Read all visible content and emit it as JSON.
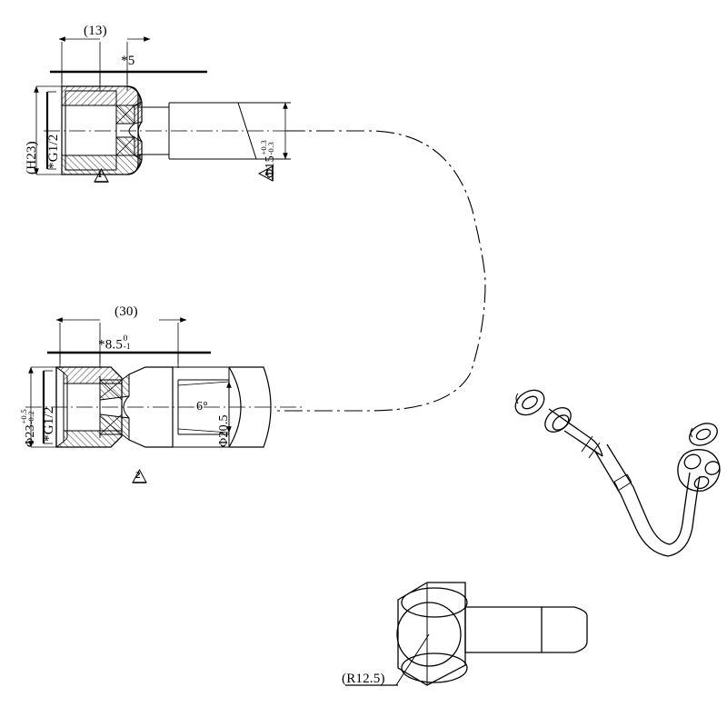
{
  "drawing": {
    "type": "engineering-technical-drawing",
    "subject": "brake hose assembly",
    "background_color": "#ffffff",
    "line_color": "#000000",
    "units": "mm"
  },
  "fitting_top": {
    "name": "upper end fitting cross-section",
    "length_dim": "(13)",
    "hex_dim": "*5",
    "outer_dia": "(H23)",
    "thread": "*G1/2",
    "tube_dia_value": "Φ15",
    "tube_dia_tol_upper": "+0.3",
    "tube_dia_tol_lower": "-0.3",
    "note_marker": "1",
    "inline_marker": "1"
  },
  "fitting_bottom": {
    "name": "lower end fitting cross-section",
    "length_dim": "(30)",
    "hex_dim_value": "*8.5",
    "hex_dim_tol_upper": "0",
    "hex_dim_tol_lower": "-1",
    "outer_dia_value": "Φ23",
    "outer_dia_tol_upper": "+0.5",
    "outer_dia_tol_lower": "-0.2",
    "thread": "*G1/2",
    "taper_angle": "6°",
    "body_dia": "Φ20.5",
    "note_marker": "2"
  },
  "banjo_detail": {
    "name": "banjo bolt detail view",
    "radius_label": "(R12.5)"
  },
  "pictorial": {
    "name": "isometric hose assembly view",
    "parts": [
      "sealing-washer",
      "hose-end-fitting",
      "flexible-hose",
      "banjo-block",
      "sealing-washer"
    ]
  },
  "centerline": {
    "name": "hose routing centerline",
    "style": "dash-dot"
  }
}
